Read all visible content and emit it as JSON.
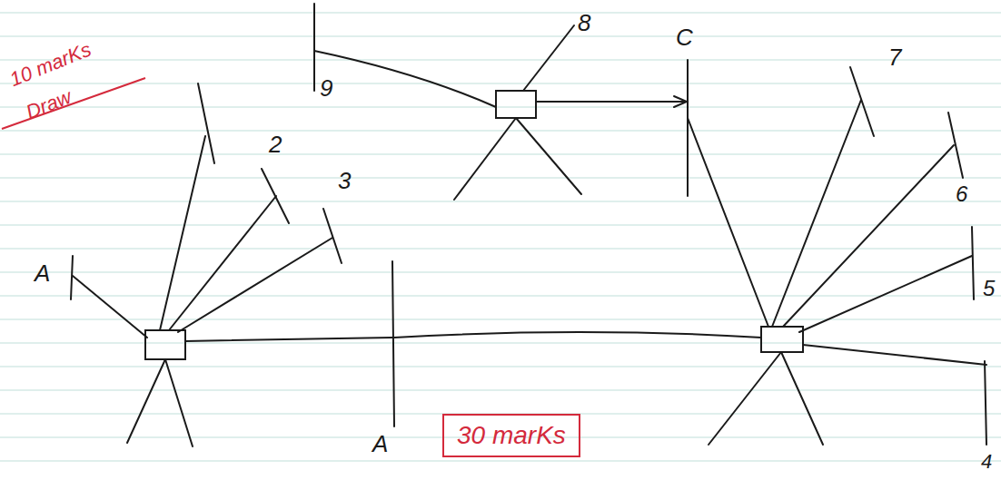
{
  "diagram": {
    "nodes": [
      {
        "text": [
          "30 marKs"
        ]
      }
    ],
    "labels": [
      "10 marKs",
      "Draw",
      "A",
      "2",
      "3",
      "9",
      "8",
      "C",
      "7",
      "6",
      "5",
      "A",
      "4"
    ]
  }
}
